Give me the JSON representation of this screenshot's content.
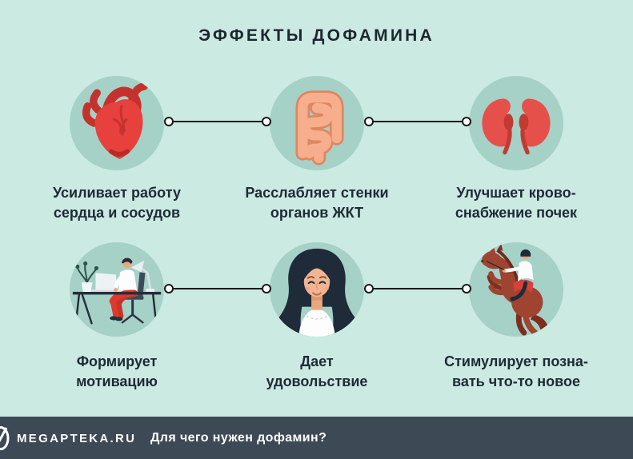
{
  "title": "ЭФФЕКТЫ ДОФАМИНА",
  "colors": {
    "background": "#cbeae2",
    "circle": "#a5d1c7",
    "text": "#1e2a36",
    "connector": "#191919",
    "footer_bg": "#3d4a55",
    "footer_text": "#fefefe",
    "organ_red": "#e7413d",
    "intestine_peach": "#f7ae8c",
    "accent_red_dark": "#c5322e"
  },
  "effects": [
    {
      "icon": "heart-icon",
      "lines": [
        "Усиливает работу",
        "сердца и сосудов"
      ]
    },
    {
      "icon": "intestines-icon",
      "lines": [
        "Расслабляет стенки",
        "органов ЖКТ"
      ]
    },
    {
      "icon": "kidneys-icon",
      "lines": [
        "Улучшает крово-",
        "снабжение почек"
      ]
    },
    {
      "icon": "person-at-desk-icon",
      "lines": [
        "Формирует",
        "мотивацию"
      ]
    },
    {
      "icon": "smiling-woman-icon",
      "lines": [
        "Дает",
        "удовольствие"
      ]
    },
    {
      "icon": "horse-rider-icon",
      "lines": [
        "Стимулирует позна-",
        "вать что-то новое"
      ]
    }
  ],
  "footer": {
    "brand": "MEGAPTEKA.RU",
    "question": "Для чего нужен дофамин?"
  }
}
